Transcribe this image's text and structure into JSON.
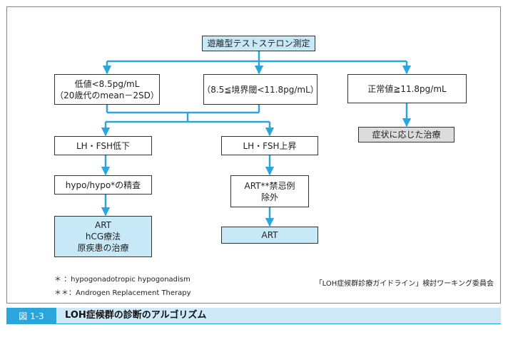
{
  "nodes": {
    "root": "遊離型テストステロン測定",
    "low_l1": "低値<8.5pg/mL",
    "low_l2": "（20歳代のmean－2SD）",
    "border": "（8.5≦境界閾<11.8pg/mL）",
    "normal": "正常値≧11.8pg/mL",
    "symptom_treatment": "症状に応じた治療",
    "lh_fsh_low": "LH・FSH低下",
    "lh_fsh_high": "LH・FSH上昇",
    "hypo_check": "hypo/hypo*の精査",
    "art_contra_l1": "ART**禁忌例",
    "art_contra_l2": "除外",
    "treat_l1": "ART",
    "treat_l2": "hCG療法",
    "treat_l3": "原疾患の治療",
    "art": "ART"
  },
  "notes": {
    "hypo_def": "＊ ：hypogonadotropic hypogonadism",
    "art_def": "＊＊：Androgen Replacement Therapy",
    "source": "「LOH症候群診療ガイドライン」検討ワーキング委員会"
  },
  "caption": {
    "label": "図 1-3",
    "title": "LOH症候群の診断のアルゴリズム"
  },
  "colors": {
    "accent": "#2aa6dd",
    "highlight_box": "#c7e8f7",
    "gray_box": "#dcdcdc"
  }
}
